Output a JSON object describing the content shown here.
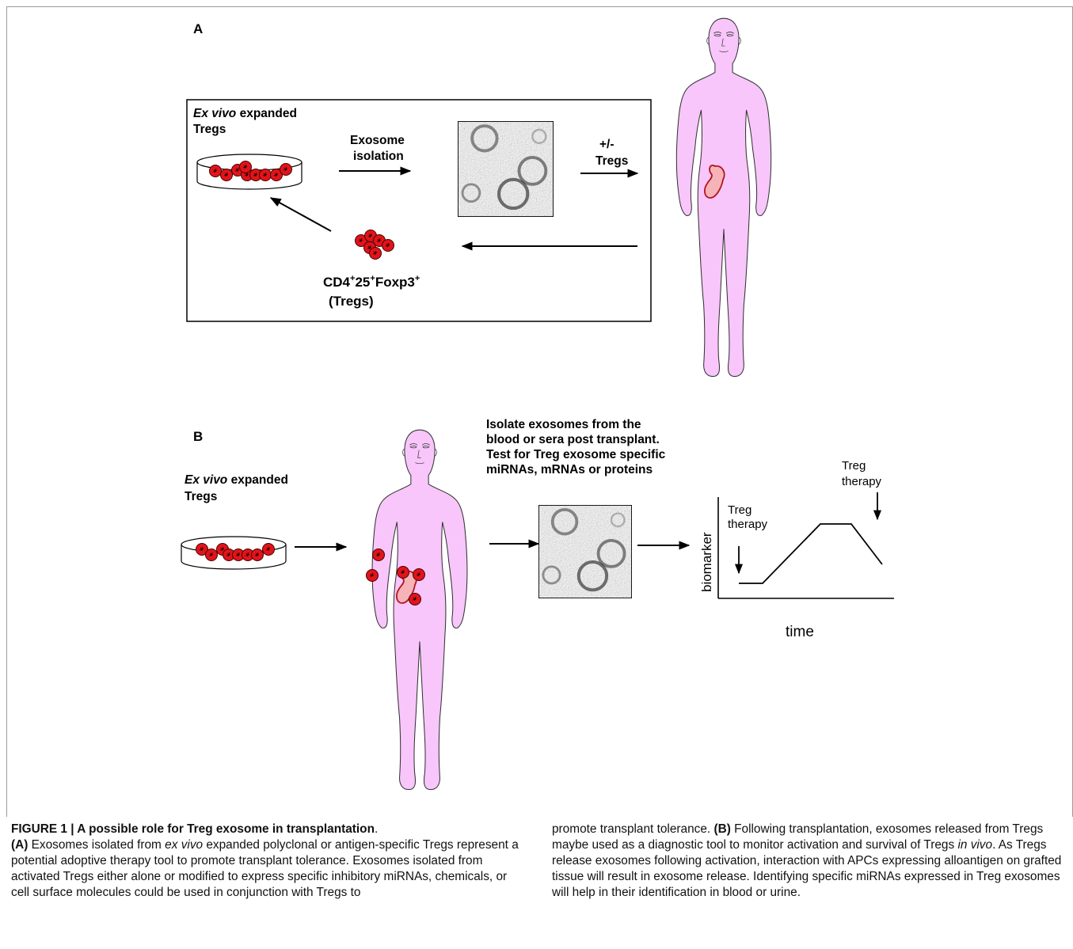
{
  "panel_a": {
    "label": "A",
    "expanded_italic": "Ex vivo",
    "expanded_rest": " expanded",
    "expanded_line2": "Tregs",
    "exosome_isolation_1": "Exosome",
    "exosome_isolation_2": "isolation",
    "plus_minus": "+/-",
    "plus_minus_tregs": "Tregs",
    "cd4_base1": "CD4",
    "cd4_sup1": "+",
    "cd4_base2": "25",
    "cd4_sup2": "+",
    "cd4_base3": "Foxp3",
    "cd4_sup3": "+",
    "tregs_paren": "(Tregs)"
  },
  "panel_b": {
    "label": "B",
    "expanded_italic": "Ex vivo",
    "expanded_rest": " expanded",
    "expanded_line2": "Tregs",
    "isolate_line1": "Isolate exosomes from the",
    "isolate_line2": "blood or sera post transplant.",
    "isolate_line3": "Test for Treg exosome specific",
    "isolate_line4": "miRNAs, mRNAs or proteins",
    "graph": {
      "ylabel": "biomarker",
      "xlabel": "time",
      "therapy1_line1": "Treg",
      "therapy1_line2": "therapy",
      "therapy2_line1": "Treg",
      "therapy2_line2": "therapy"
    }
  },
  "caption": {
    "title": "FIGURE 1 | A possible role for Treg exosome in transplantation",
    "title_end": ".",
    "a_label": "(A)",
    "a_text1": " Exosomes isolated from ",
    "a_italic": "ex vivo",
    "a_text2": " expanded polyclonal or antigen-specific Tregs represent a potential adoptive therapy tool to promote transplant tolerance. Exosomes isolated from activated Tregs either alone or modified to express specific inhibitory miRNAs, chemicals, or cell surface molecules could be used in conjunction with Tregs to promote transplant tolerance.",
    "b_label": "(B)",
    "b_text1": " Following transplantation, exosomes released from Tregs maybe used as a diagnostic tool to monitor activation and survival of Tregs ",
    "b_italic": "in vivo",
    "b_text2": ". As Tregs release exosomes following activation, interaction with APCs expressing alloantigen on grafted tissue will result in exosome release. Identifying specific miRNAs expressed in Treg exosomes will help in their identification in blood or urine."
  },
  "colors": {
    "body_fill": "#f8c6fb",
    "cell_red": "#e0141a",
    "organ_fill": "#f6b3b8",
    "organ_stroke": "#b0161c"
  }
}
